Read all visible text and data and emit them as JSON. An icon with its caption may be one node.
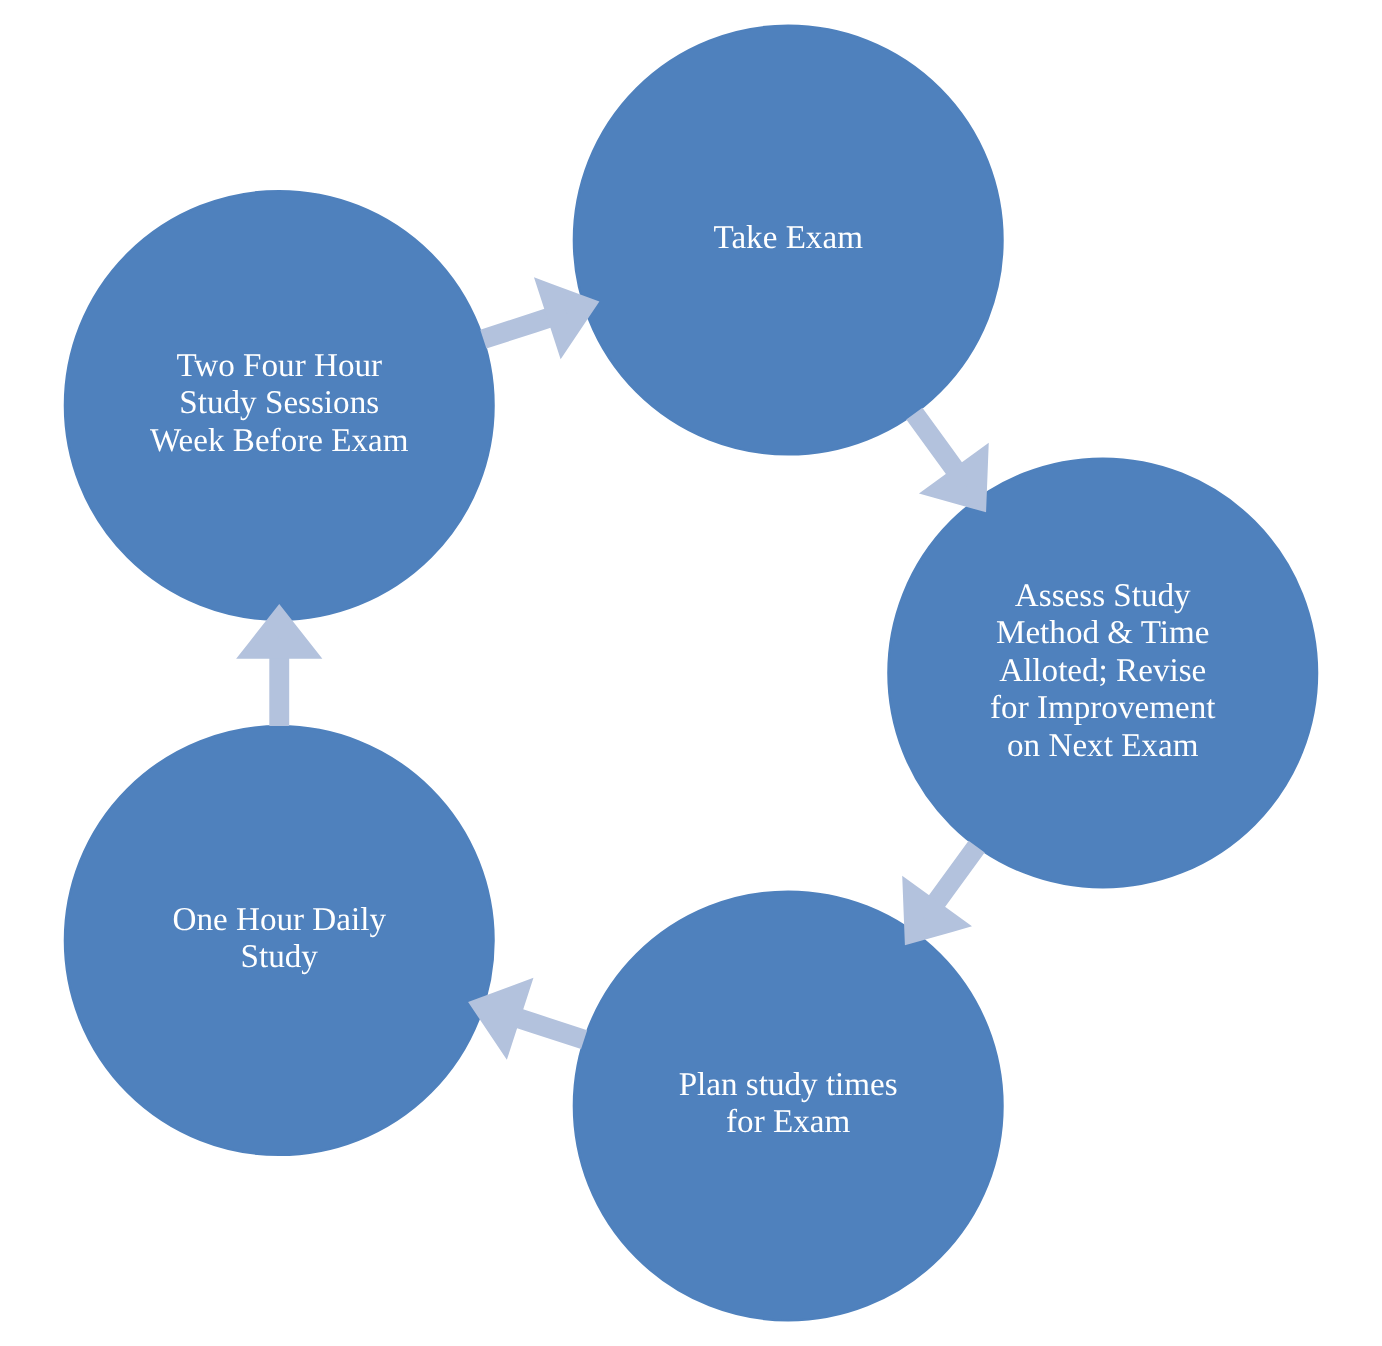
{
  "diagram": {
    "nodes": [
      {
        "text": [
          "Plan study times for Exam"
        ]
      },
      {
        "text": [
          "One Hour Daily Study"
        ]
      },
      {
        "text": [
          "Two Four Hour Study Sessions Week Before Exam"
        ]
      },
      {
        "text": [
          "Take Exam"
        ]
      },
      {
        "text": [
          "Assess Study Method & Time Alloted; Revise for Improvement on Next Exam"
        ]
      }
    ],
    "edges": [
      {
        "from": 0,
        "to": 1,
        "arrow": "to"
      },
      {
        "from": 1,
        "to": 2,
        "arrow": "to"
      },
      {
        "from": 2,
        "to": 3,
        "arrow": "to"
      },
      {
        "from": 3,
        "to": 4,
        "arrow": "to"
      },
      {
        "from": 4,
        "to": 0,
        "arrow": "to"
      }
    ]
  }
}
